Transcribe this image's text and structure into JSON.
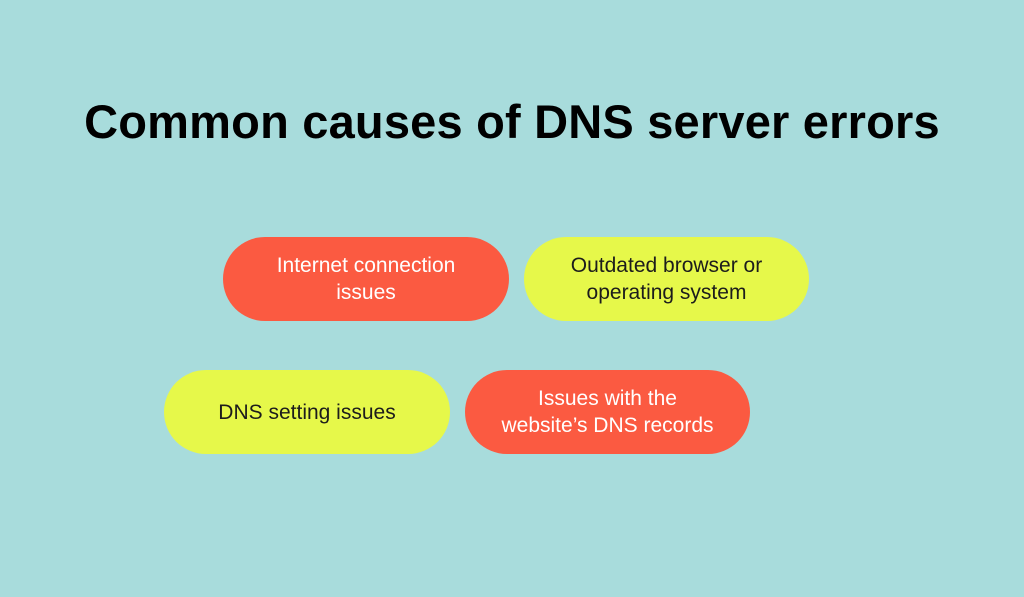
{
  "title": "Common causes of DNS server errors",
  "causes": [
    {
      "label": "Internet connection\nissues",
      "color": "#fb5a41"
    },
    {
      "label": "Outdated browser or\noperating system",
      "color": "#e6f84a"
    },
    {
      "label": "DNS setting issues",
      "color": "#e6f84a"
    },
    {
      "label": "Issues with the\nwebsite’s DNS records",
      "color": "#fb5a41"
    }
  ],
  "colors": {
    "background": "#a8dcdc",
    "title_text": "#000000",
    "red_pill": "#fb5a41",
    "yellow_pill": "#e6f84a"
  }
}
